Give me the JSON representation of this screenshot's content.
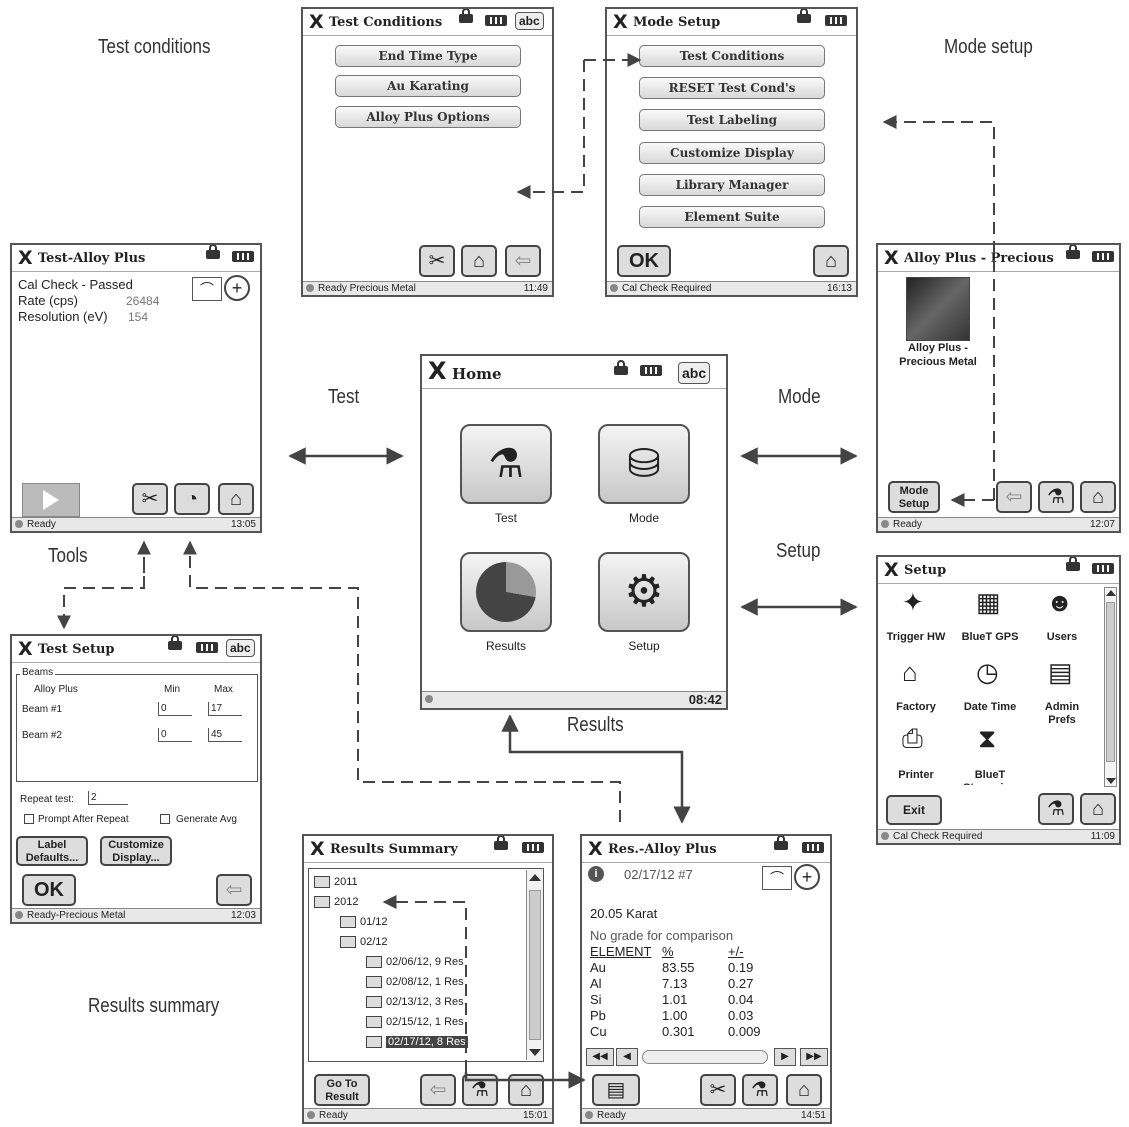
{
  "captions": {
    "test_conditions": "Test conditions",
    "mode_setup": "Mode setup",
    "test": "Test",
    "mode": "Mode",
    "tools": "Tools",
    "setup": "Setup",
    "results": "Results",
    "results_summary": "Results summary"
  },
  "test_conditions_screen": {
    "title": "Test Conditions",
    "abc": "abc",
    "buttons": [
      "End Time Type",
      "Au Karating",
      "Alloy Plus Options"
    ],
    "status": "Ready Precious Metal",
    "time": "11:49"
  },
  "mode_setup_screen": {
    "title": "Mode Setup",
    "buttons": [
      "Test Conditions",
      "RESET Test Cond's",
      "Test Labeling",
      "Customize Display",
      "Library Manager",
      "Element Suite"
    ],
    "ok": "OK",
    "status": "Cal Check Required",
    "time": "16:13"
  },
  "test_alloy_screen": {
    "title": "Test-Alloy Plus",
    "cal_check": "Cal Check - Passed",
    "rate_label": "Rate (cps)",
    "rate_value": "26484",
    "resolution_label": "Resolution (eV)",
    "resolution_value": "154",
    "status": "Ready",
    "time": "13:05"
  },
  "home_screen": {
    "title": "Home",
    "abc": "abc",
    "icons": [
      "Test",
      "Mode",
      "Results",
      "Setup"
    ],
    "time": "08:42"
  },
  "alloy_mode_screen": {
    "title": "Alloy Plus - Precious Me",
    "item_label": "Alloy Plus - Precious Metal",
    "mode_setup_btn": "Mode Setup",
    "status": "Ready",
    "time": "12:07"
  },
  "test_setup_screen": {
    "title": "Test Setup",
    "abc": "abc",
    "group": "Beams",
    "col_name": "Alloy Plus",
    "col_min": "Min",
    "col_max": "Max",
    "beams": [
      {
        "label": "Beam #1",
        "min": "0",
        "max": "17"
      },
      {
        "label": "Beam #2",
        "min": "0",
        "max": "45"
      }
    ],
    "repeat_label": "Repeat test:",
    "repeat_value": "2",
    "prompt_after": "Prompt After Repeat",
    "generate_avg": "Generate Avg",
    "label_defaults": "Label Defaults...",
    "customize_display": "Customize Display...",
    "ok": "OK",
    "status": "Ready-Precious Metal",
    "time": "12:03"
  },
  "setup_screen": {
    "title": "Setup",
    "items": [
      "Trigger HW",
      "BlueT GPS",
      "Users",
      "Factory",
      "Date Time",
      "Admin Prefs",
      "Printer",
      "BlueT Streaming"
    ],
    "exit": "Exit",
    "status": "Cal Check Required",
    "time": "11:09"
  },
  "results_summary_screen": {
    "title": "Results Summary",
    "years": [
      "2011",
      "2012"
    ],
    "months": [
      "01/12",
      "02/12"
    ],
    "entries": [
      "02/06/12, 9 Res",
      "02/08/12, 1 Res",
      "02/13/12, 3 Res",
      "02/15/12, 1 Res",
      "02/17/12, 8 Res"
    ],
    "go_to": "Go To Result",
    "status": "Ready",
    "time": "15:01"
  },
  "results_alloy_screen": {
    "title": "Res.-Alloy Plus",
    "date": "02/17/12 #7",
    "karat": "20.05 Karat",
    "grade_note": "No grade for comparison",
    "headers": [
      "ELEMENT",
      "%",
      "+/-"
    ],
    "rows": [
      [
        "Au",
        "83.55",
        "0.19"
      ],
      [
        "Al",
        "7.13",
        "0.27"
      ],
      [
        "Si",
        "1.01",
        "0.04"
      ],
      [
        "Pb",
        "1.00",
        "0.03"
      ],
      [
        "Cu",
        "0.301",
        "0.009"
      ]
    ],
    "status": "Ready",
    "time": "14:51"
  }
}
